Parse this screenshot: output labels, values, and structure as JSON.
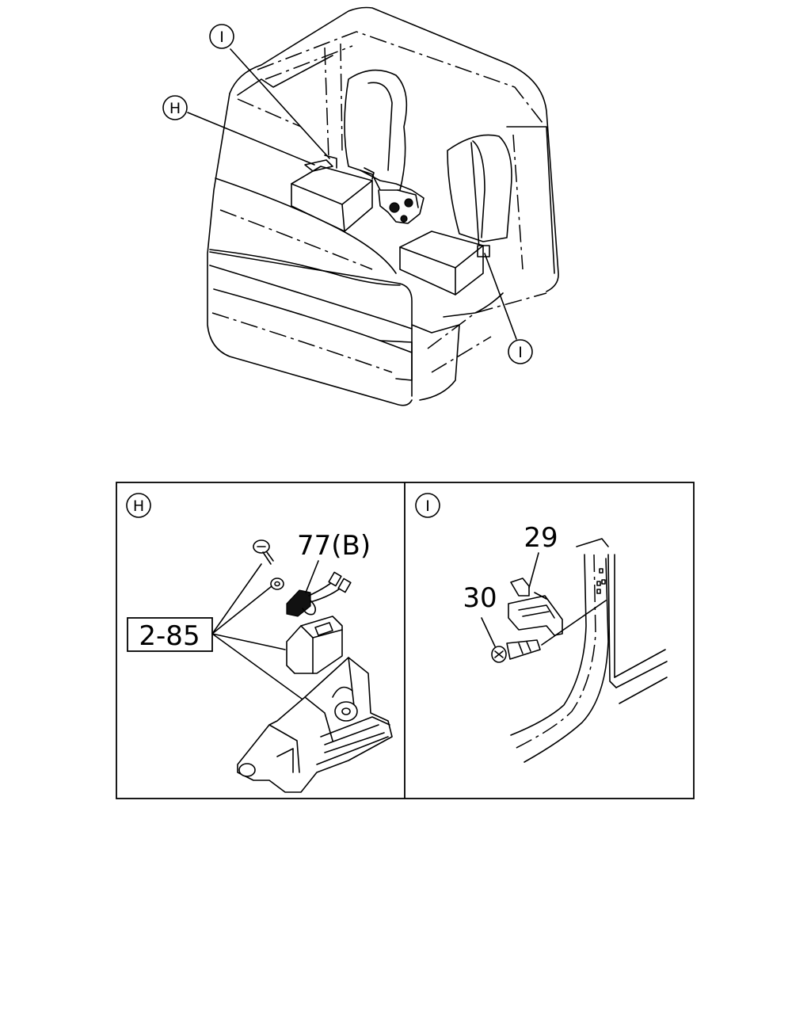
{
  "overview": {
    "callout_i_top": "I",
    "callout_h": "H",
    "callout_i_bottom": "I"
  },
  "detail_h": {
    "marker": "H",
    "part_77": "77(B)",
    "part_ref_box": "2-85"
  },
  "detail_i": {
    "marker": "I",
    "part_29": "29",
    "part_30": "30"
  }
}
